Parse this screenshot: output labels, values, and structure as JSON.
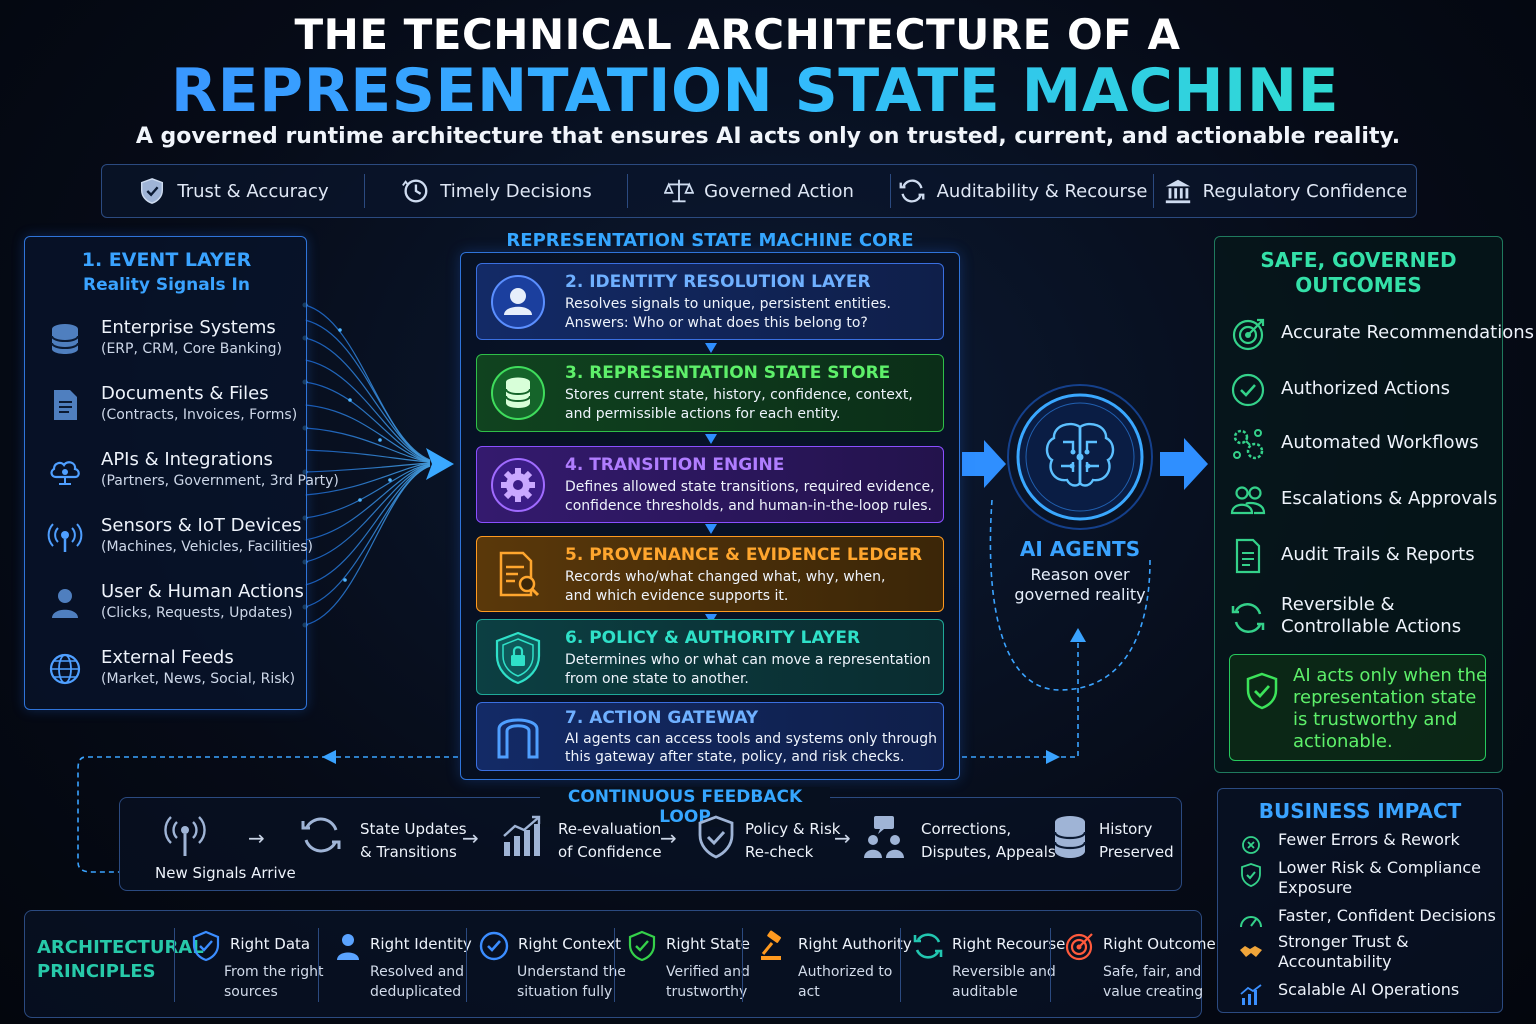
{
  "title": {
    "line1": "THE TECHNICAL ARCHITECTURE OF A",
    "line2": "REPRESENTATION STATE MACHINE",
    "subtitle": "A governed runtime architecture that ensures AI acts only on trusted, current, and actionable reality."
  },
  "value_bar": [
    {
      "label": "Trust & Accuracy",
      "icon": "shield-check-icon"
    },
    {
      "label": "Timely Decisions",
      "icon": "clock-icon"
    },
    {
      "label": "Governed Action",
      "icon": "scales-icon"
    },
    {
      "label": "Auditability & Recourse",
      "icon": "refresh-icon"
    },
    {
      "label": "Regulatory Confidence",
      "icon": "bank-icon"
    }
  ],
  "event_layer": {
    "title": "1. EVENT LAYER",
    "subtitle": "Reality Signals In",
    "items": [
      {
        "name": "Enterprise Systems",
        "detail": "(ERP, CRM, Core Banking)",
        "icon": "database-icon"
      },
      {
        "name": "Documents & Files",
        "detail": "(Contracts, Invoices, Forms)",
        "icon": "document-icon"
      },
      {
        "name": "APIs & Integrations",
        "detail": "(Partners, Government, 3rd Party)",
        "icon": "cloud-api-icon"
      },
      {
        "name": "Sensors & IoT Devices",
        "detail": "(Machines, Vehicles, Facilities)",
        "icon": "sensor-icon"
      },
      {
        "name": "User & Human Actions",
        "detail": "(Clicks, Requests, Updates)",
        "icon": "user-icon"
      },
      {
        "name": "External Feeds",
        "detail": "(Market, News, Social, Risk)",
        "icon": "globe-icon"
      }
    ]
  },
  "core": {
    "title": "REPRESENTATION STATE MACHINE CORE",
    "layers": [
      {
        "title": "2. IDENTITY RESOLUTION LAYER",
        "line1": "Resolves signals to unique, persistent entities.",
        "line2": "Answers: Who or what does this belong to?",
        "icon": "identity-icon",
        "accent": "#3b8dff"
      },
      {
        "title": "3. REPRESENTATION STATE STORE",
        "line1": "Stores current state, history, confidence, context,",
        "line2": "and permissible actions for each entity.",
        "icon": "state-store-icon",
        "accent": "#35d04a"
      },
      {
        "title": "4. TRANSITION ENGINE",
        "line1": "Defines allowed state transitions, required evidence,",
        "line2": "confidence thresholds, and human-in-the-loop rules.",
        "icon": "gear-icon",
        "accent": "#9b5cff"
      },
      {
        "title": "5. PROVENANCE & EVIDENCE LEDGER",
        "line1": "Records who/what changed what, why, when,",
        "line2": "and which evidence supports it.",
        "icon": "ledger-search-icon",
        "accent": "#ff9a1f"
      },
      {
        "title": "6. POLICY & AUTHORITY LAYER",
        "line1": "Determines who or what can move a representation",
        "line2": "from one state to another.",
        "icon": "shield-lock-icon",
        "accent": "#22c6b0"
      },
      {
        "title": "7. ACTION GATEWAY",
        "line1": "AI agents can access tools and systems only through",
        "line2": "this gateway after state, policy, and risk checks.",
        "icon": "gateway-icon",
        "accent": "#3b8dff"
      }
    ]
  },
  "ai_agents": {
    "title": "AI AGENTS",
    "line1": "Reason over",
    "line2": "governed reality",
    "icon": "brain-icon"
  },
  "outcomes": {
    "title1": "SAFE, GOVERNED",
    "title2": "OUTCOMES",
    "items": [
      {
        "line1": "Accurate Recommendations",
        "icon": "target-icon"
      },
      {
        "line1": "Authorized Actions",
        "icon": "check-circle-icon"
      },
      {
        "line1": "Automated Workflows",
        "icon": "workflow-gears-icon"
      },
      {
        "line1": "Escalations & Approvals",
        "icon": "people-icon"
      },
      {
        "line1": "Audit Trails & Reports",
        "icon": "report-icon"
      },
      {
        "line1": "Reversible &",
        "line2": "Controllable Actions",
        "icon": "reverse-icon"
      }
    ],
    "callout": [
      "AI acts only when the",
      "representation state",
      "is trustworthy and",
      "actionable."
    ]
  },
  "business_impact": {
    "title": "BUSINESS IMPACT",
    "items": [
      {
        "line1": "Fewer Errors & Rework",
        "icon": "x-circle-icon"
      },
      {
        "line1": "Lower Risk & Compliance",
        "line2": "Exposure",
        "icon": "shield-check-icon"
      },
      {
        "line1": "Faster, Confident Decisions",
        "icon": "gauge-icon"
      },
      {
        "line1": "Stronger Trust &",
        "line2": "Accountability",
        "icon": "handshake-icon"
      },
      {
        "line1": "Scalable AI Operations",
        "icon": "growth-chart-icon"
      }
    ]
  },
  "feedback_loop": {
    "title": "CONTINUOUS FEEDBACK LOOP",
    "steps": [
      {
        "line1": "New Signals Arrive",
        "icon": "antenna-icon"
      },
      {
        "line1": "State Updates",
        "line2": "& Transitions",
        "icon": "sync-icon"
      },
      {
        "line1": "Re-evaluation",
        "line2": "of Confidence",
        "icon": "bar-chart-icon"
      },
      {
        "line1": "Policy & Risk",
        "line2": "Re-check",
        "icon": "shield-check-icon"
      },
      {
        "line1": "Corrections,",
        "line2": "Disputes, Appeals",
        "icon": "discussion-icon"
      },
      {
        "line1": "History",
        "line2": "Preserved",
        "icon": "database-icon"
      }
    ]
  },
  "principles": {
    "title1": "ARCHITECTURAL",
    "title2": "PRINCIPLES",
    "items": [
      {
        "title": "Right Data",
        "line1": "From the right",
        "line2": "sources",
        "icon": "shield-check-icon",
        "accent": "#3b8dff"
      },
      {
        "title": "Right Identity",
        "line1": "Resolved and",
        "line2": "deduplicated",
        "icon": "user-icon",
        "accent": "#5aa3ff"
      },
      {
        "title": "Right Context",
        "line1": "Understand the",
        "line2": "situation fully",
        "icon": "check-circle-icon",
        "accent": "#3b8dff"
      },
      {
        "title": "Right State",
        "line1": "Verified and",
        "line2": "trustworthy",
        "icon": "shield-check-icon",
        "accent": "#35d04a"
      },
      {
        "title": "Right Authority",
        "line1": "Authorized to",
        "line2": "act",
        "icon": "gavel-icon",
        "accent": "#ff9a1f"
      },
      {
        "title": "Right Recourse",
        "line1": "Reversible and",
        "line2": "auditable",
        "icon": "refresh-icon",
        "accent": "#22c6b0"
      },
      {
        "title": "Right Outcome",
        "line1": "Safe, fair, and",
        "line2": "value creating",
        "icon": "target-icon",
        "accent": "#ff5a3c"
      }
    ]
  }
}
